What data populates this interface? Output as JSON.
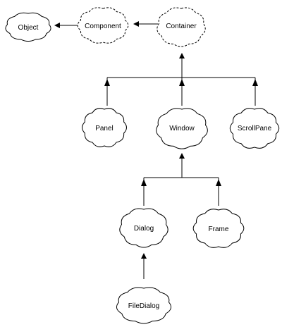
{
  "diagram": {
    "nodes": {
      "object": {
        "label": "Object",
        "style": "solid"
      },
      "component": {
        "label": "Component",
        "style": "dashed"
      },
      "container": {
        "label": "Container",
        "style": "dashed"
      },
      "panel": {
        "label": "Panel",
        "style": "solid"
      },
      "window": {
        "label": "Window",
        "style": "solid"
      },
      "scrollpane": {
        "label": "ScrollPane",
        "style": "solid"
      },
      "dialog": {
        "label": "Dialog",
        "style": "solid"
      },
      "frame": {
        "label": "Frame",
        "style": "solid"
      },
      "filedialog": {
        "label": "FileDialog",
        "style": "solid"
      }
    },
    "edges": [
      {
        "from": "component",
        "to": "object"
      },
      {
        "from": "container",
        "to": "component"
      },
      {
        "from": "panel",
        "to": "container"
      },
      {
        "from": "window",
        "to": "container"
      },
      {
        "from": "scrollpane",
        "to": "container"
      },
      {
        "from": "dialog",
        "to": "window"
      },
      {
        "from": "frame",
        "to": "window"
      },
      {
        "from": "filedialog",
        "to": "dialog"
      }
    ],
    "colors": {
      "stroke": "#000000",
      "fill": "#ffffff",
      "background": "#ffffff"
    }
  }
}
